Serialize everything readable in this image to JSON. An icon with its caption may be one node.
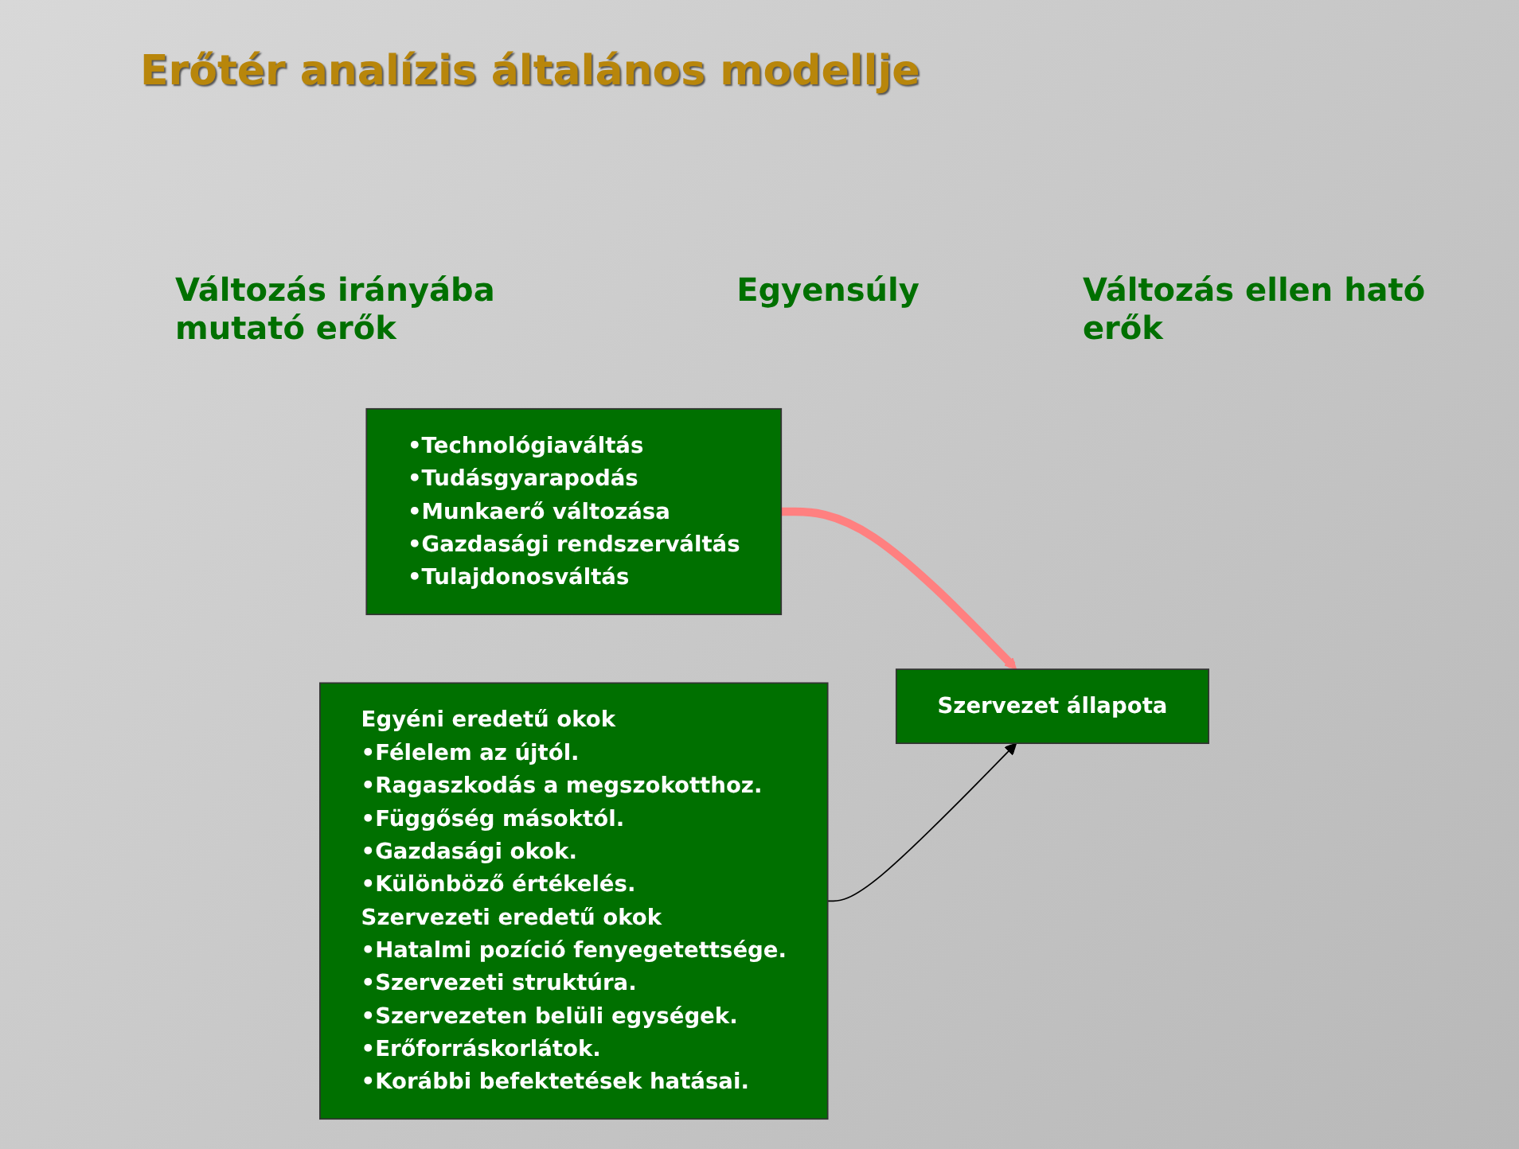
{
  "diagram": {
    "title": "Erőtér analízis általános modellje",
    "nodes": [
      {
        "text": [
          "•Technológiaváltás",
          "•Tudásgyarapodás",
          "•Munkaerő változása",
          "•Gazdasági rendszerváltás",
          "•Tulajdonosváltás"
        ]
      },
      {
        "text": [
          "Szervezet állapota"
        ]
      },
      {
        "text": [
          "Egyéni eredetű okok",
          "•Félelem az újtól.",
          "•Ragaszkodás a megszokotthoz.",
          "•Függőség másoktól.",
          "•Gazdasági okok.",
          "•Különböző értékelés.",
          "Szervezeti eredetű okok",
          "•Hatalmi pozíció fenyegetettsége.",
          "•Szervezeti struktúra.",
          "•Szervezeten belüli egységek.",
          "•Erőforráskorlátok.",
          "•Korábbi befektetések hatásai."
        ]
      }
    ],
    "edges": [
      {
        "from": 0,
        "to": 1,
        "arrow": "to",
        "style": "thick",
        "color": "#ff8080"
      },
      {
        "from": 2,
        "to": 1,
        "arrow": "to",
        "color": "#000000"
      }
    ],
    "labels": [
      "Változás irányába mutató erők",
      "Egyensúly",
      "Változás ellen ható erők"
    ]
  }
}
